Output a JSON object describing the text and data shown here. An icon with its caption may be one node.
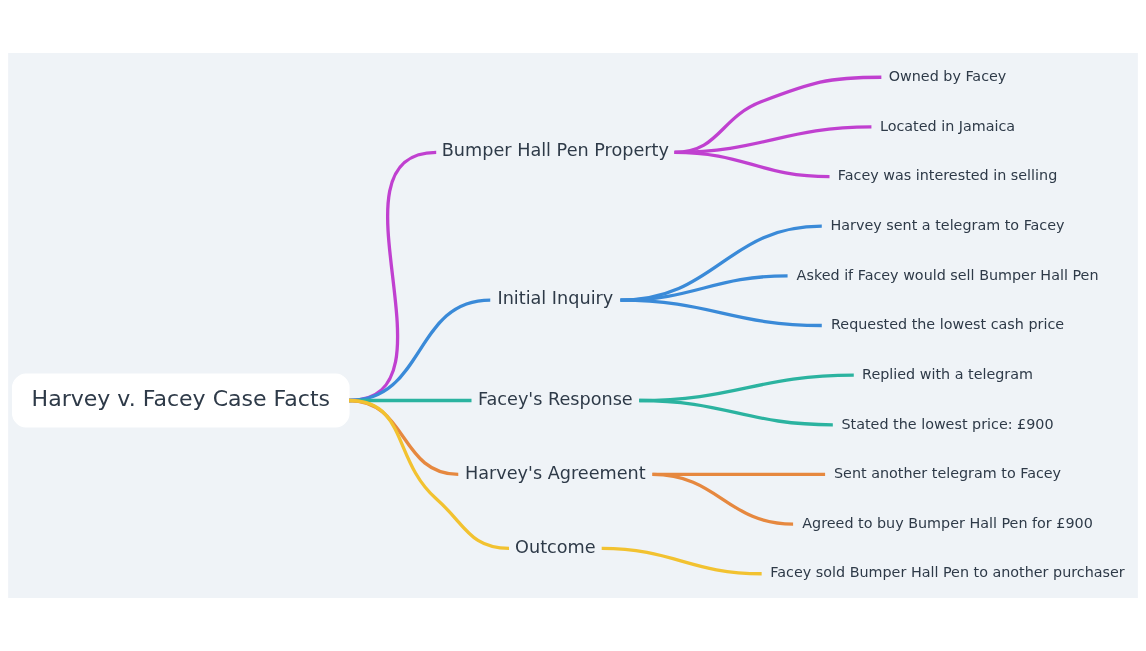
{
  "diagram": {
    "nodes": [
      {
        "text": [
          "Harvey v. Facey Case Facts"
        ]
      },
      {
        "text": [
          "Bumper Hall Pen Property"
        ]
      },
      {
        "text": [
          "Owned by Facey"
        ]
      },
      {
        "text": [
          "Located in Jamaica"
        ]
      },
      {
        "text": [
          "Facey was interested in selling"
        ]
      },
      {
        "text": [
          "Initial Inquiry"
        ]
      },
      {
        "text": [
          "Harvey sent a telegram to Facey"
        ]
      },
      {
        "text": [
          "Asked if Facey would sell Bumper Hall Pen"
        ]
      },
      {
        "text": [
          "Requested the lowest cash price"
        ]
      },
      {
        "text": [
          "Facey's Response"
        ]
      },
      {
        "text": [
          "Replied with a telegram"
        ]
      },
      {
        "text": [
          "Stated the lowest price: £900"
        ]
      },
      {
        "text": [
          "Harvey's Agreement"
        ]
      },
      {
        "text": [
          "Sent another telegram to Facey"
        ]
      },
      {
        "text": [
          "Agreed to buy Bumper Hall Pen for £900"
        ]
      },
      {
        "text": [
          "Outcome"
        ]
      },
      {
        "text": [
          "Facey sold Bumper Hall Pen to another purchaser"
        ]
      }
    ],
    "edges": [
      {
        "from": 0,
        "to": 1,
        "arrow": "none",
        "color": "#c040d0"
      },
      {
        "from": 1,
        "to": 2,
        "arrow": "none",
        "color": "#c040d0"
      },
      {
        "from": 1,
        "to": 3,
        "arrow": "none",
        "color": "#c040d0"
      },
      {
        "from": 1,
        "to": 4,
        "arrow": "none",
        "color": "#c040d0"
      },
      {
        "from": 0,
        "to": 5,
        "arrow": "none",
        "color": "#3a8ad8"
      },
      {
        "from": 5,
        "to": 6,
        "arrow": "none",
        "color": "#3a8ad8"
      },
      {
        "from": 5,
        "to": 7,
        "arrow": "none",
        "color": "#3a8ad8"
      },
      {
        "from": 5,
        "to": 8,
        "arrow": "none",
        "color": "#3a8ad8"
      },
      {
        "from": 0,
        "to": 9,
        "arrow": "none",
        "color": "#2bb3a0"
      },
      {
        "from": 9,
        "to": 10,
        "arrow": "none",
        "color": "#2bb3a0"
      },
      {
        "from": 9,
        "to": 11,
        "arrow": "none",
        "color": "#2bb3a0"
      },
      {
        "from": 0,
        "to": 12,
        "arrow": "none",
        "color": "#e6883f"
      },
      {
        "from": 12,
        "to": 13,
        "arrow": "none",
        "color": "#e6883f"
      },
      {
        "from": 12,
        "to": 14,
        "arrow": "none",
        "color": "#e6883f"
      },
      {
        "from": 0,
        "to": 15,
        "arrow": "none",
        "color": "#f2c230"
      },
      {
        "from": 15,
        "to": 16,
        "arrow": "none",
        "color": "#f2c230"
      }
    ]
  }
}
